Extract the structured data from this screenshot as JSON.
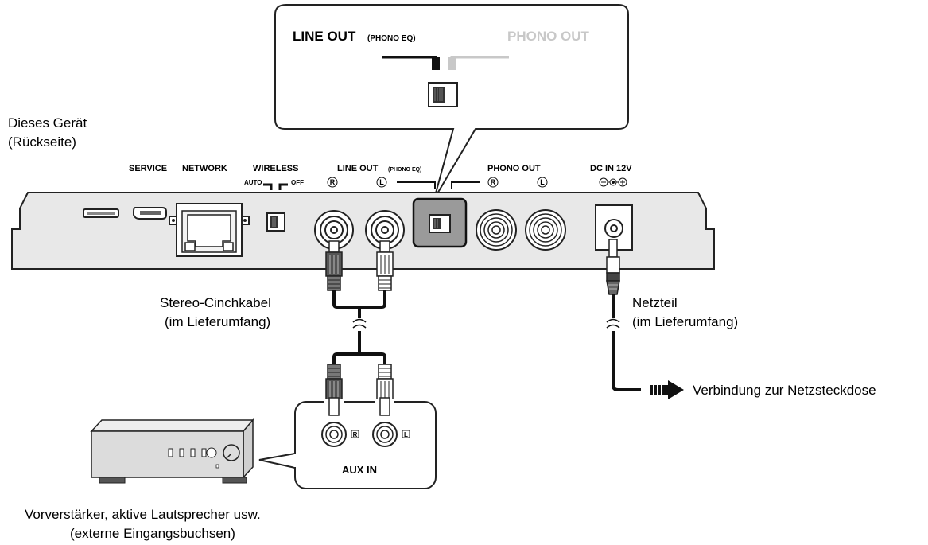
{
  "callout": {
    "line_out_label": "LINE OUT",
    "phono_eq_label": "(PHONO EQ)",
    "phono_out_label": "PHONO OUT"
  },
  "device": {
    "title_line1": "Dieses Gerät",
    "title_line2": "(Rückseite)",
    "labels": {
      "service": "SERVICE",
      "network": "NETWORK",
      "wireless": "WIRELESS",
      "auto": "AUTO",
      "off": "OFF",
      "line_out": "LINE OUT",
      "phono_eq": "(PHONO EQ)",
      "phono_out": "PHONO OUT",
      "dc_in": "DC IN 12V",
      "r": "R",
      "l": "L"
    }
  },
  "cables": {
    "stereo_line1": "Stereo-Cinchkabel",
    "stereo_line2": "(im Lieferumfang)",
    "adapter_line1": "Netzteil",
    "adapter_line2": "(im Lieferumfang)",
    "outlet": "Verbindung zur Netzsteckdose"
  },
  "aux": {
    "label": "AUX IN",
    "r": "R",
    "l": "L"
  },
  "external": {
    "line1": "Vorverstärker, aktive Lautsprecher usw.",
    "line2": "(externe Eingangsbuchsen)"
  }
}
